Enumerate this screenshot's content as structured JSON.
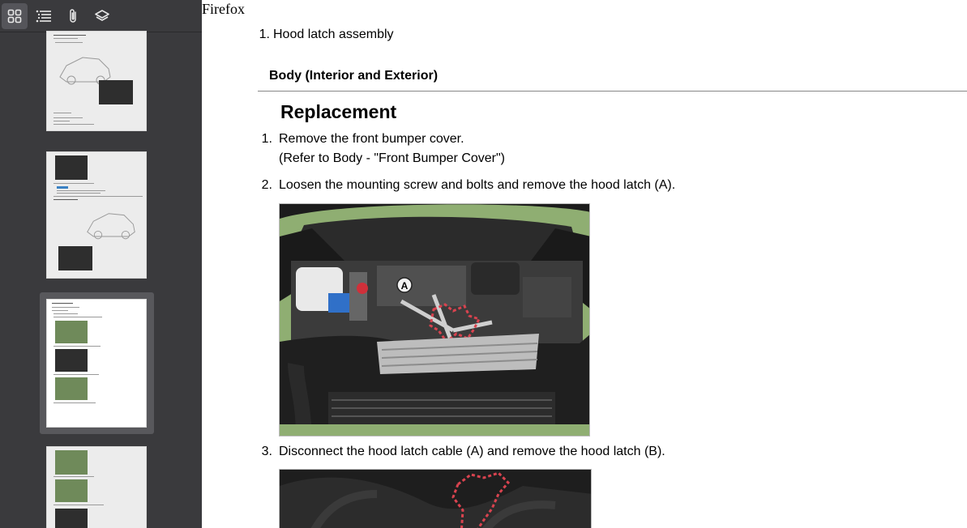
{
  "window": {
    "app_label": "Firefox"
  },
  "sidebar": {
    "toolbar": [
      {
        "name": "thumbnails-button",
        "icon": "grid-icon",
        "active": true
      },
      {
        "name": "outline-button",
        "icon": "list-icon",
        "active": false
      },
      {
        "name": "attachments-button",
        "icon": "paperclip-icon",
        "active": false
      },
      {
        "name": "layers-button",
        "icon": "layers-icon",
        "active": false
      }
    ],
    "selected_thumbnail": 3
  },
  "document": {
    "intro_item": {
      "number": "1.",
      "text": "Hood latch assembly"
    },
    "section_header": "Body (Interior and Exterior)",
    "title": "Replacement",
    "steps": [
      {
        "number": "1.",
        "text": "Remove the front bumper cover.",
        "subtext": "(Refer to Body - \"Front Bumper Cover\")"
      },
      {
        "number": "2.",
        "text": "Loosen the mounting screw and bolts and remove the hood latch (A)."
      },
      {
        "number": "3.",
        "text": "Disconnect the hood latch cable (A) and remove the hood latch (B)."
      }
    ],
    "figure1_callout": "A"
  },
  "colors": {
    "sidebar_bg": "#3a3a3d",
    "selection_bg": "#58585c",
    "photo_green": "#8fae72",
    "highlight_red": "#d9434f"
  }
}
